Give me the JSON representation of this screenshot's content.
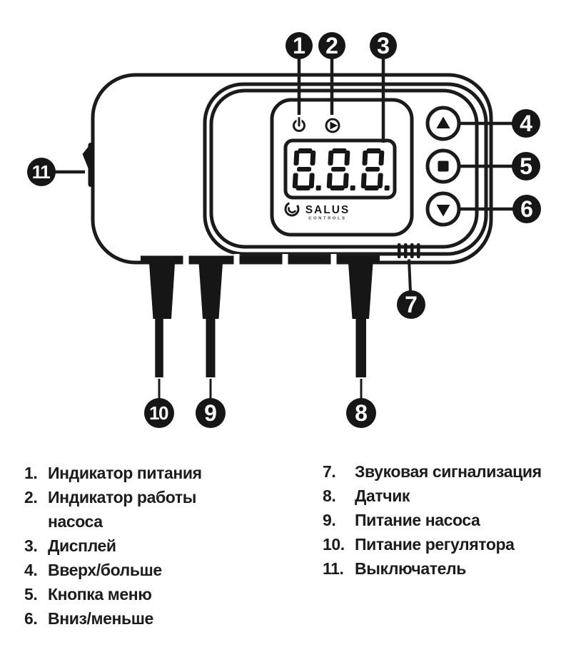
{
  "device": {
    "brand": "SALUS",
    "brand_subtitle": "CONTROLS",
    "display_value": "8.8.8."
  },
  "callouts": [
    "1",
    "2",
    "3",
    "4",
    "5",
    "6",
    "7",
    "8",
    "9",
    "10",
    "11"
  ],
  "legend": {
    "left": [
      {
        "num": "1.",
        "label": "Индикатор питания"
      },
      {
        "num": "2.",
        "label": "Индикатор работы насоса"
      },
      {
        "num": "3.",
        "label": "Дисплей"
      },
      {
        "num": "4.",
        "label": "Вверх/больше"
      },
      {
        "num": "5.",
        "label": "Кнопка меню"
      },
      {
        "num": "6.",
        "label": "Вниз/меньше"
      }
    ],
    "right": [
      {
        "num": "7.",
        "label": "Звуковая сигнализация"
      },
      {
        "num": "8.",
        "label": "Датчик"
      },
      {
        "num": "9.",
        "label": "Питание насоса"
      },
      {
        "num": "10.",
        "label": "Питание регулятора"
      },
      {
        "num": "11.",
        "label": "Выключатель"
      }
    ]
  },
  "colors": {
    "ink": "#1b1b1b",
    "fill_black": "#161616",
    "background": "#ffffff",
    "callout_number": "#ffffff"
  }
}
